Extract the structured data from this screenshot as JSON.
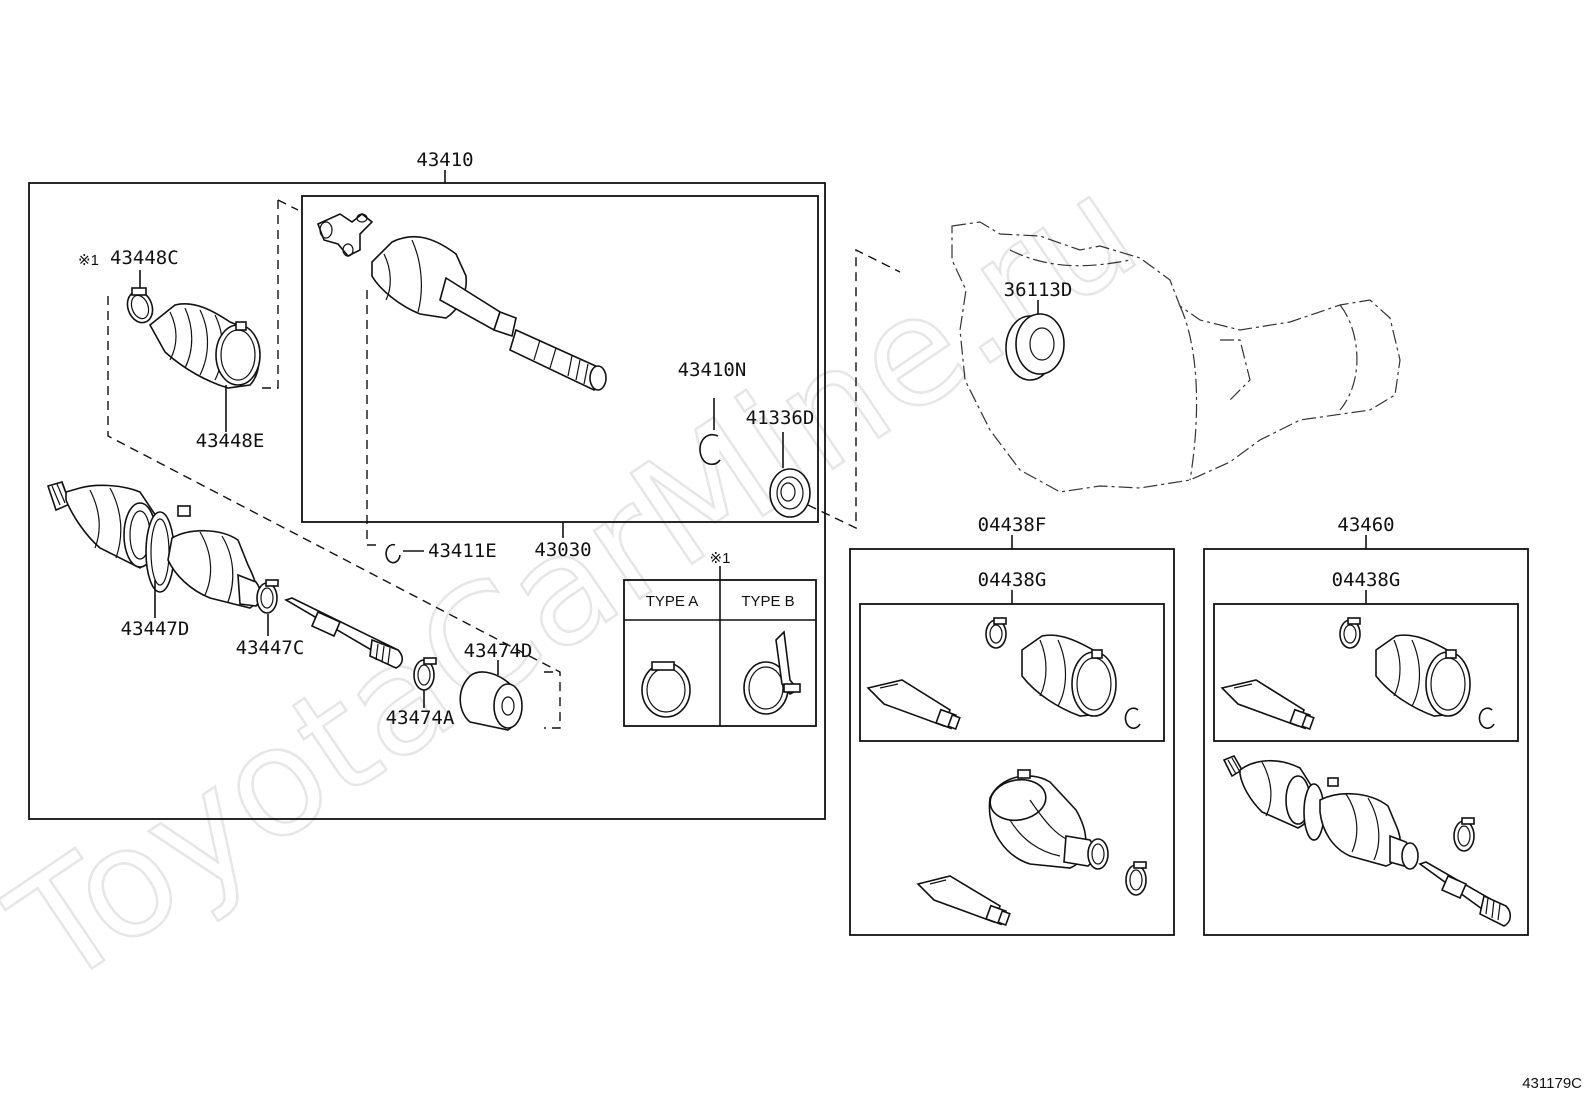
{
  "watermark": "ToyotaCarMine.ru",
  "reference_code": "431179C",
  "note_mark": "※1",
  "main_group": {
    "part_number": "43410",
    "parts": {
      "boot_clamp_note": "※1",
      "boot_clamp": "43448C",
      "boot_band": "43448E",
      "outboard_boot": "43447D",
      "outboard_clamp": "43447C",
      "damper_clamp": "43474A",
      "damper": "43474D",
      "snap_ring": "43411E"
    },
    "inboard_joint": {
      "part_number": "43030",
      "snap_ring": "43410N",
      "oil_seal": "41336D"
    }
  },
  "transmission": {
    "bearing": "36113D"
  },
  "legend": {
    "note_mark": "※1",
    "type_a": "TYPE A",
    "type_b": "TYPE B"
  },
  "kit_left": {
    "part_number": "04438F",
    "inner_kit": "04438G"
  },
  "kit_right": {
    "part_number": "43460",
    "inner_kit": "04438G"
  }
}
